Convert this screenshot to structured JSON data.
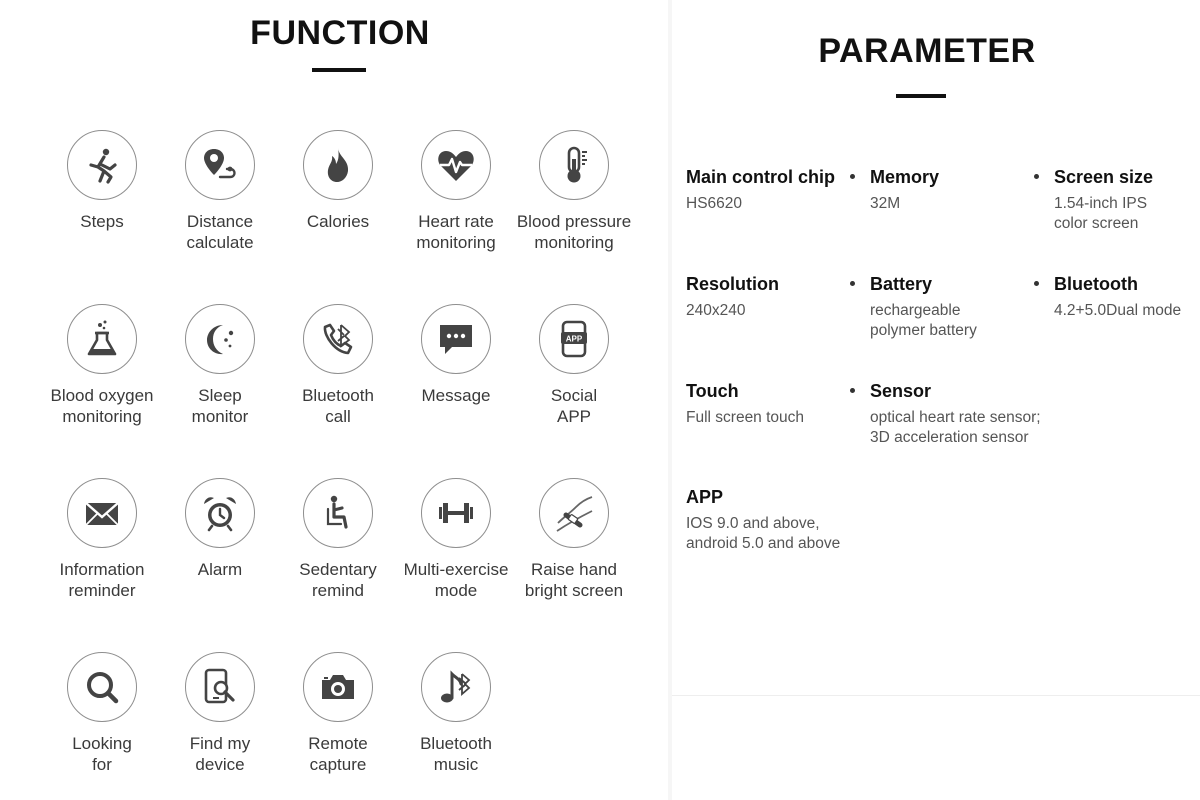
{
  "function": {
    "title": "FUNCTION",
    "features": [
      {
        "icon": "running-person-icon",
        "lines": [
          "Steps"
        ]
      },
      {
        "icon": "location-route-icon",
        "lines": [
          "Distance",
          "calculate"
        ]
      },
      {
        "icon": "flame-icon",
        "lines": [
          "Calories"
        ]
      },
      {
        "icon": "heart-pulse-icon",
        "lines": [
          "Heart rate",
          "monitoring"
        ]
      },
      {
        "icon": "thermometer-icon",
        "lines": [
          "Blood pressure",
          "monitoring"
        ]
      },
      {
        "icon": "flask-icon",
        "lines": [
          "Blood oxygen",
          "monitoring"
        ]
      },
      {
        "icon": "moon-stars-icon",
        "lines": [
          "Sleep",
          "monitor"
        ]
      },
      {
        "icon": "phone-bluetooth-icon",
        "lines": [
          "Bluetooth",
          "call"
        ]
      },
      {
        "icon": "chat-bubble-icon",
        "lines": [
          "Message"
        ]
      },
      {
        "icon": "app-phone-icon",
        "lines": [
          "Social",
          "APP"
        ]
      },
      {
        "icon": "envelope-icon",
        "lines": [
          "Information",
          "reminder"
        ]
      },
      {
        "icon": "alarm-clock-icon",
        "lines": [
          "Alarm"
        ]
      },
      {
        "icon": "seated-person-icon",
        "lines": [
          "Sedentary",
          "remind"
        ]
      },
      {
        "icon": "dumbbell-icon",
        "lines": [
          "Multi-exercise",
          "mode"
        ]
      },
      {
        "icon": "wrist-band-icon",
        "lines": [
          "Raise hand",
          "bright screen"
        ]
      },
      {
        "icon": "magnifier-icon",
        "lines": [
          "Looking",
          "for"
        ]
      },
      {
        "icon": "find-phone-icon",
        "lines": [
          "Find my",
          "device"
        ]
      },
      {
        "icon": "camera-icon",
        "lines": [
          "Remote",
          "capture"
        ]
      },
      {
        "icon": "music-note-icon",
        "lines": [
          "Bluetooth",
          "music"
        ]
      }
    ]
  },
  "parameter": {
    "title": "PARAMETER",
    "items": [
      {
        "label": "Main control chip",
        "value": [
          "HS6620"
        ],
        "bullet": false
      },
      {
        "label": "Memory",
        "value": [
          "32M"
        ],
        "bullet": true
      },
      {
        "label": "Screen size",
        "value": [
          "1.54-inch IPS",
          "color screen"
        ],
        "bullet": true
      },
      {
        "label": "Resolution",
        "value": [
          "240x240"
        ],
        "bullet": false
      },
      {
        "label": "Battery",
        "value": [
          "rechargeable",
          "polymer battery"
        ],
        "bullet": true
      },
      {
        "label": "Bluetooth",
        "value": [
          "4.2+5.0Dual mode"
        ],
        "bullet": true
      },
      {
        "label": "Touch",
        "value": [
          "Full screen touch"
        ],
        "bullet": false
      },
      {
        "label": "Sensor",
        "value": [
          "optical heart rate sensor;",
          "3D acceleration sensor"
        ],
        "bullet": true
      },
      {
        "label": "APP",
        "value": [
          "IOS 9.0 and above,",
          "android 5.0 and above"
        ],
        "bullet": false
      }
    ]
  }
}
